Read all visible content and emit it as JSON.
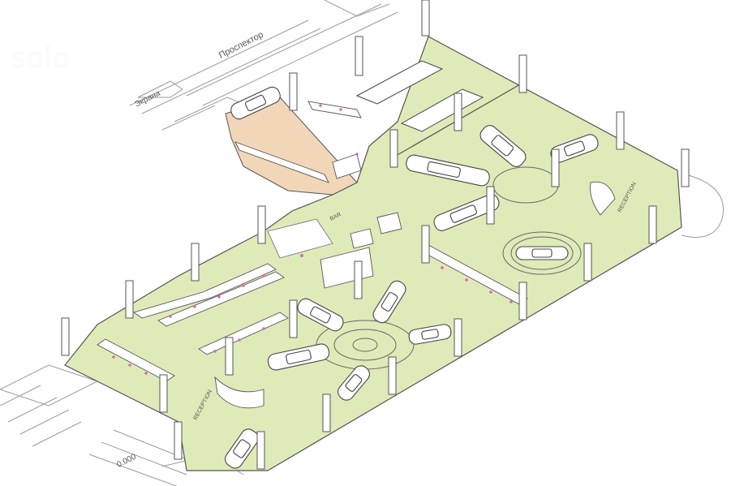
{
  "watermark": "solo",
  "labels": {
    "street_top": "Проспектор",
    "street_left": "Экрана",
    "elevation": "0.000",
    "reception_left": "RECEPTION",
    "reception_right": "RECEPTION",
    "bar": "BAR"
  },
  "colors": {
    "floor": "#dfeab9",
    "office_floor": "#f2d6b8",
    "line": "#555555",
    "column_fill": "#ffffff",
    "accent_pink": "#d66ab8"
  }
}
